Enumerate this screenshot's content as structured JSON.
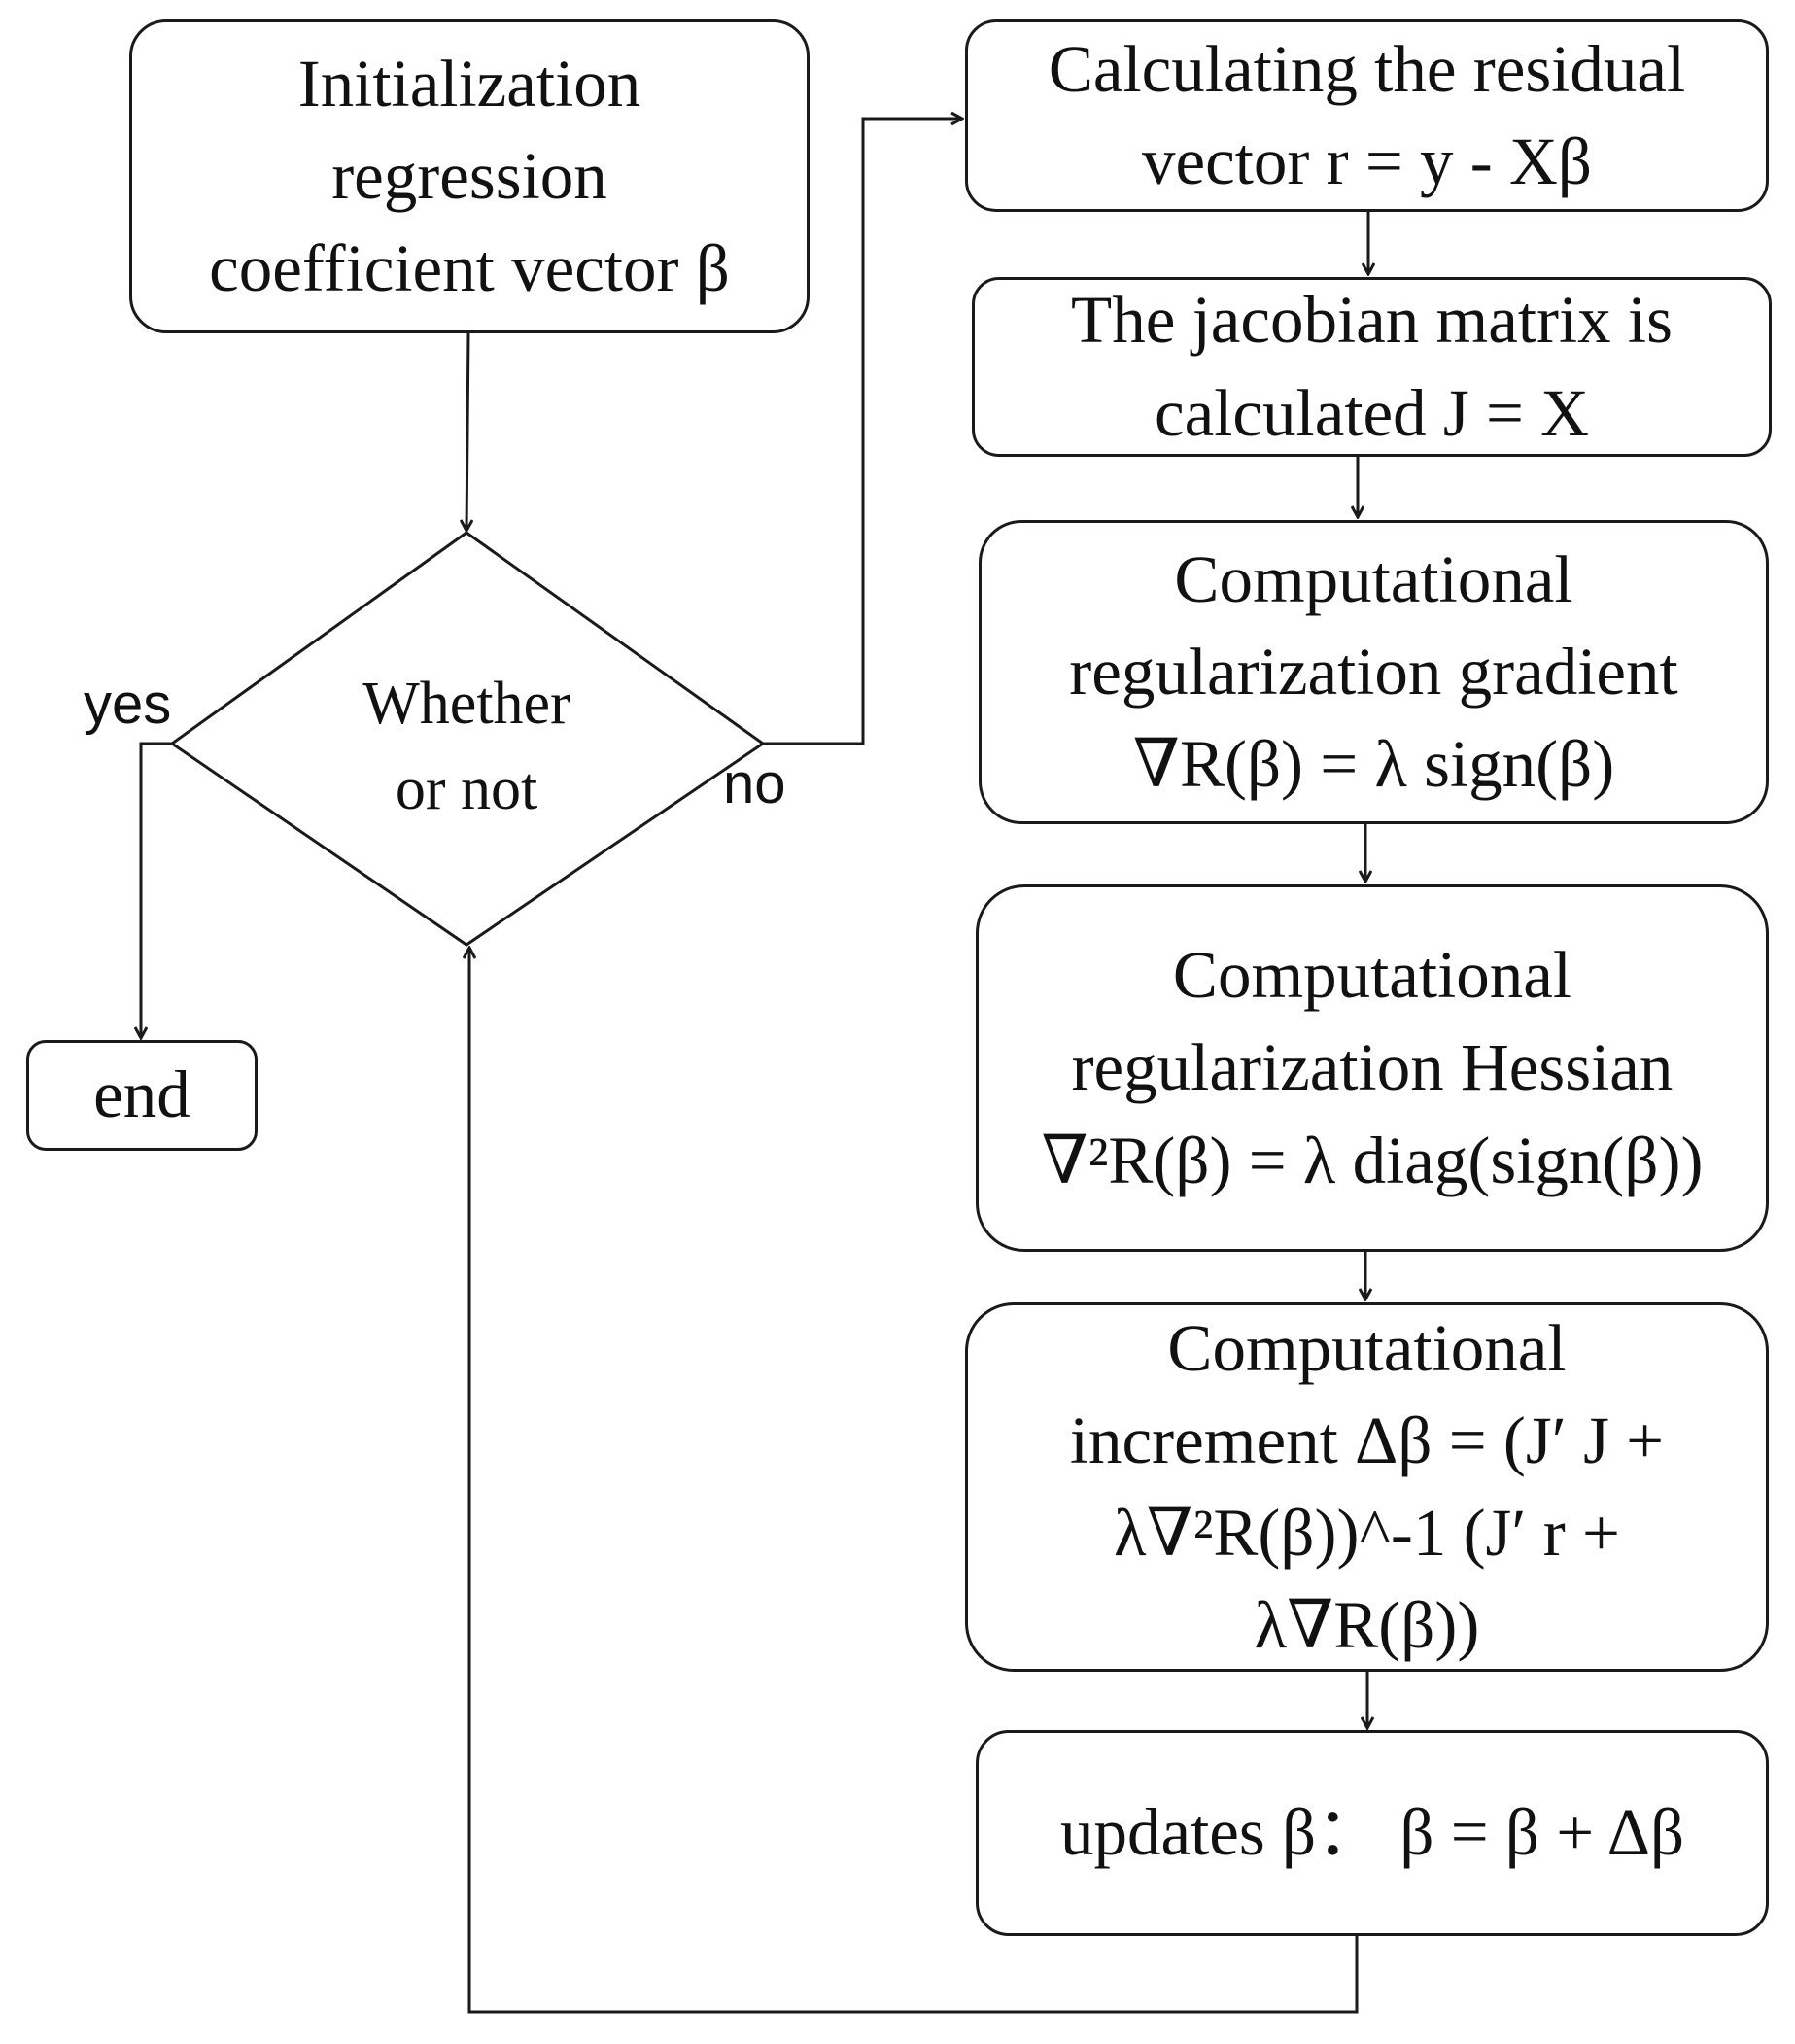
{
  "nodes": {
    "init": {
      "lines": [
        "Initialization",
        "regression",
        "coefficient vector β"
      ]
    },
    "decision": {
      "lines": [
        "Whether",
        "or not"
      ]
    },
    "end": {
      "lines": [
        "end"
      ]
    },
    "residual": {
      "lines": [
        "Calculating the residual",
        "vector r = y - Xβ"
      ]
    },
    "jacobian": {
      "lines": [
        "The jacobian matrix is",
        "calculated J = X"
      ]
    },
    "gradient": {
      "lines": [
        "Computational",
        "regularization gradient",
        "∇R(β) = λ sign(β)"
      ]
    },
    "hessian": {
      "lines": [
        "Computational",
        "regularization Hessian",
        "∇²R(β) = λ diag(sign(β))"
      ]
    },
    "increment": {
      "lines": [
        "Computational",
        "increment Δβ = (J′  J +",
        "λ∇²R(β))^-1 (J′  r +",
        "λ∇R(β))"
      ]
    },
    "update": {
      "lines": [
        "updates β： β = β + Δβ"
      ]
    }
  },
  "branches": {
    "yes": "yes",
    "no": "no"
  },
  "colors": {
    "stroke": "#1a1a1a",
    "background": "#ffffff"
  }
}
